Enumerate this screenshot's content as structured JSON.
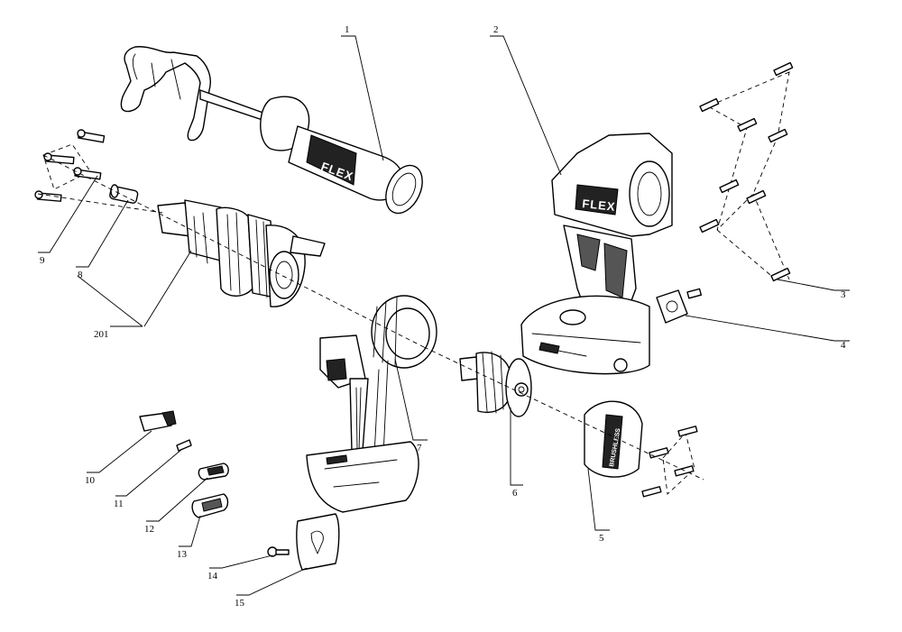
{
  "brand": {
    "logo_text": "FLEX",
    "cover_text": "BRUSHLESS"
  },
  "callouts": [
    {
      "id": "1",
      "label": "1"
    },
    {
      "id": "2",
      "label": "2"
    },
    {
      "id": "3",
      "label": "3"
    },
    {
      "id": "4",
      "label": "4"
    },
    {
      "id": "5",
      "label": "5"
    },
    {
      "id": "6",
      "label": "6"
    },
    {
      "id": "7",
      "label": "7"
    },
    {
      "id": "8",
      "label": "8"
    },
    {
      "id": "9",
      "label": "9"
    },
    {
      "id": "10",
      "label": "10"
    },
    {
      "id": "11",
      "label": "11"
    },
    {
      "id": "12",
      "label": "12"
    },
    {
      "id": "13",
      "label": "13"
    },
    {
      "id": "14",
      "label": "14"
    },
    {
      "id": "15",
      "label": "15"
    },
    {
      "id": "201",
      "label": "201"
    }
  ],
  "colors": {
    "line": "#000000",
    "background": "#ffffff",
    "fill_dark": "#222222"
  }
}
